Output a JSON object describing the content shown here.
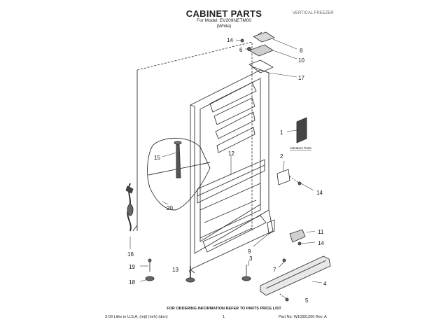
{
  "header": {
    "title": "CABINET PARTS",
    "model_line": "For Model: EV209NETM00",
    "color_line": "(White)",
    "corner_label": "VERTICAL FREEZER"
  },
  "literature_label": "Literature Parts",
  "callouts": {
    "c1": "1",
    "c2": "2",
    "c3": "3",
    "c4": "4",
    "c5": "5",
    "c6": "6",
    "c7": "7",
    "c8": "8",
    "c9": "9",
    "c10": "10",
    "c11": "11",
    "c12": "12",
    "c13": "13",
    "c14a": "14",
    "c14b": "14",
    "c14c": "14",
    "c15": "15",
    "c16": "16",
    "c17": "17",
    "c18": "18",
    "c19": "19",
    "c20": "20"
  },
  "footer": {
    "note": "FOR ORDERING INFORMATION REFER TO PARTS PRICE LIST",
    "left": "3-09 Litho in U.S.A. (mjt) (mrh) (drm)",
    "page": "1",
    "part_no": "Part No. W10351260 Rev. A"
  }
}
